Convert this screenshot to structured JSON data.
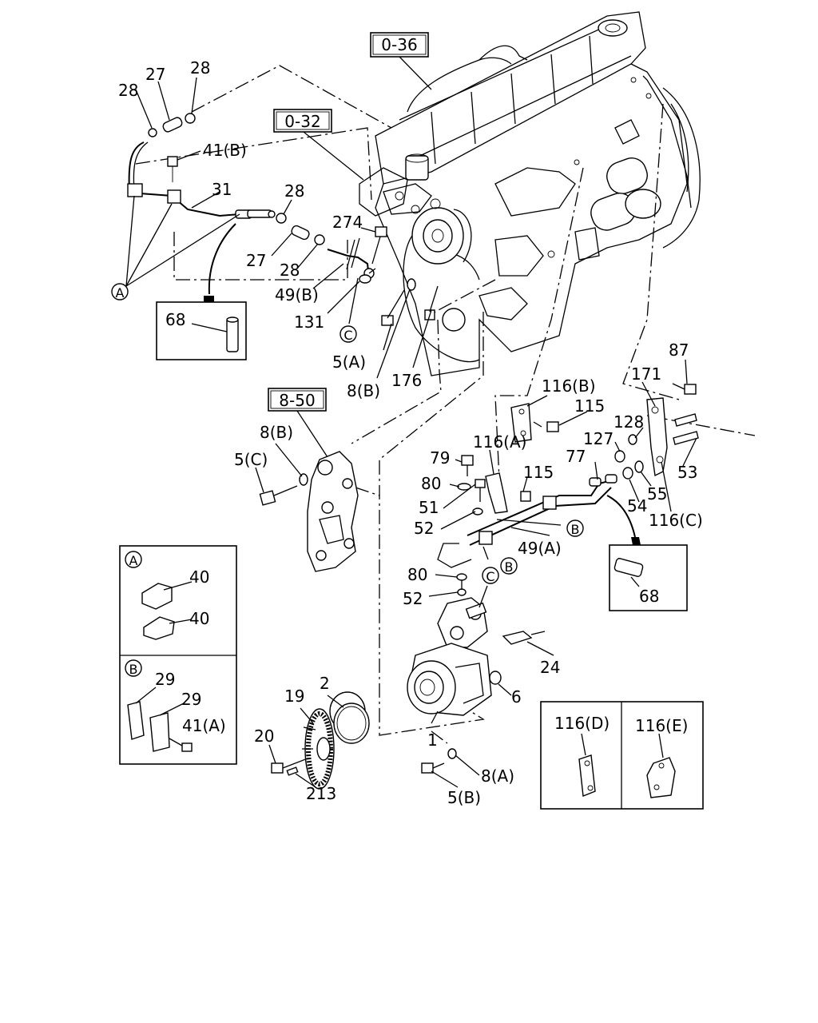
{
  "refs": {
    "r036": "0-36",
    "r032": "0-32",
    "r850": "8-50"
  },
  "callouts": {
    "c28a": "28",
    "c27a": "27",
    "c28b": "28",
    "c41b": "41(B)",
    "c31": "31",
    "c28c": "28",
    "c274": "274",
    "c27b": "27",
    "c28d": "28",
    "c49b": "49(B)",
    "c131": "131",
    "c5a": "5(A)",
    "c8b1": "8(B)",
    "c176": "176",
    "c68a": "68",
    "c87": "87",
    "c171": "171",
    "c116b": "116(B)",
    "c115a": "115",
    "c128": "128",
    "c127": "127",
    "c53": "53",
    "c55": "55",
    "c54": "54",
    "c116c": "116(C)",
    "c77": "77",
    "c116a": "116(A)",
    "c79": "79",
    "c80a": "80",
    "c115b": "115",
    "c51": "51",
    "c52a": "52",
    "c49a": "49(A)",
    "c80b": "80",
    "c52b": "52",
    "c68b": "68",
    "c8b2": "8(B)",
    "c5c": "5(C)",
    "c24": "24",
    "c6": "6",
    "c1": "1",
    "c2": "2",
    "c19": "19",
    "c20": "20",
    "c213": "213",
    "c5b": "5(B)",
    "c8a": "8(A)"
  },
  "circled": {
    "A1": "A",
    "C1": "C",
    "B1": "B",
    "B2": "B",
    "C2": "C",
    "Abox": "A",
    "Bbox": "B"
  },
  "detail_a": {
    "label": "A",
    "top": "40",
    "bottom": "40"
  },
  "detail_b": {
    "label": "B",
    "c29a": "29",
    "c29b": "29",
    "c41a": "41(A)"
  },
  "variants": {
    "d": "116(D)",
    "e": "116(E)"
  }
}
